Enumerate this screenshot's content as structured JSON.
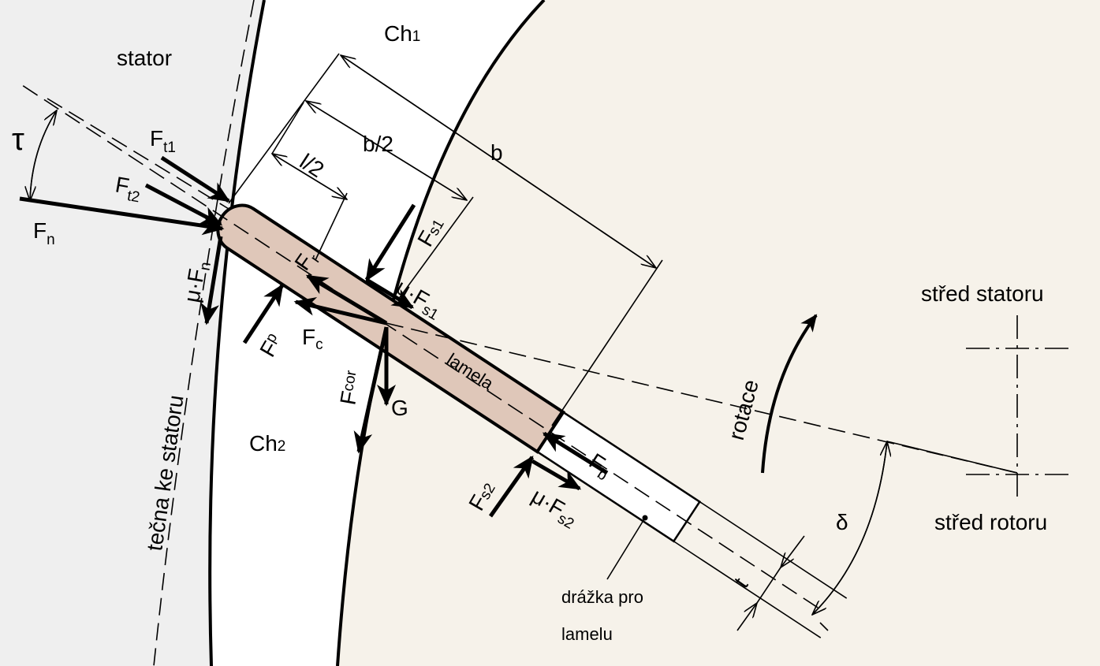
{
  "colors": {
    "stator": "#efefef",
    "gap": "#ffffff",
    "rotor": "#f6f2ea",
    "lamela": "#dfc7b9"
  },
  "labels": {
    "stator": "stator",
    "ch1": "Ch",
    "ch1_sub": "1",
    "ch2": "Ch",
    "ch2_sub": "2",
    "tau": "τ",
    "delta": "δ",
    "ft1": "F",
    "ft1_sub": "t1",
    "ft2": "F",
    "ft2_sub": "t2",
    "fn": "F",
    "fn_sub": "n",
    "mufn": "μ·F",
    "mufn_sub": "n",
    "fr": "F",
    "fr_sub": "r",
    "fp": "F",
    "fp_sub": "p",
    "fc": "F",
    "fc_sub": "c",
    "fcor": "F",
    "fcor_sub": "cor",
    "g": "G",
    "fs1": "F",
    "fs1_sub": "s1",
    "mufs1": "μ·F",
    "mufs1_sub": "s1",
    "fs2": "F",
    "fs2_sub": "s2",
    "mufs2": "μ·F",
    "mufs2_sub": "s2",
    "fb": "F",
    "fb_sub": "b",
    "l2": "l/2",
    "b2": "b/2",
    "b": "b",
    "t": "t",
    "lamela": "lamela",
    "rotace": "rotace",
    "tecna": "tečna  ke statoru",
    "stred_statoru": "střed  statoru",
    "stred_rotoru": "střed  rotoru",
    "drazka1": "drážka  pro",
    "drazka2": "lamelu"
  }
}
